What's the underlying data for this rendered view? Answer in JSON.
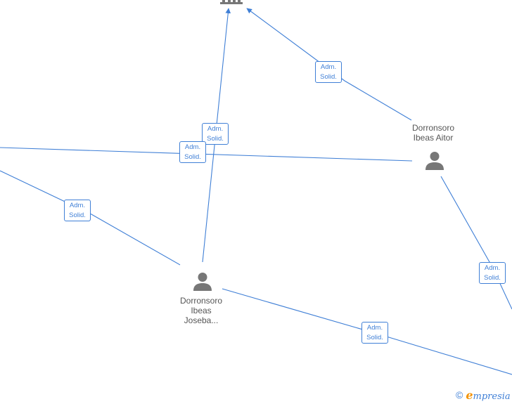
{
  "relations": [
    {
      "line1": "Adm.",
      "line2": "Solid."
    },
    {
      "line1": "Adm.",
      "line2": "Solid."
    },
    {
      "line1": "Adm.",
      "line2": "Solid."
    },
    {
      "line1": "Adm.",
      "line2": "Solid."
    },
    {
      "line1": "Adm.",
      "line2": "Solid."
    },
    {
      "line1": "Adm.",
      "line2": "Solid."
    }
  ],
  "persons": {
    "aitor": {
      "line1": "Dorronsoro",
      "line2": "Ibeas Aitor"
    },
    "joseba": {
      "line1": "Dorronsoro",
      "line2": "Ibeas",
      "line3": "Joseba..."
    }
  },
  "icons": {
    "company": "building-icon",
    "person": "person-icon",
    "copyright": "copyright-icon"
  },
  "brand": {
    "copyright_symbol": "©",
    "name_initial": "e",
    "name_rest": "mpresia"
  },
  "colors": {
    "edge": "#3f7fd6",
    "node_icon": "#777777",
    "label_text": "#555555",
    "brand_accent": "#f39200"
  }
}
